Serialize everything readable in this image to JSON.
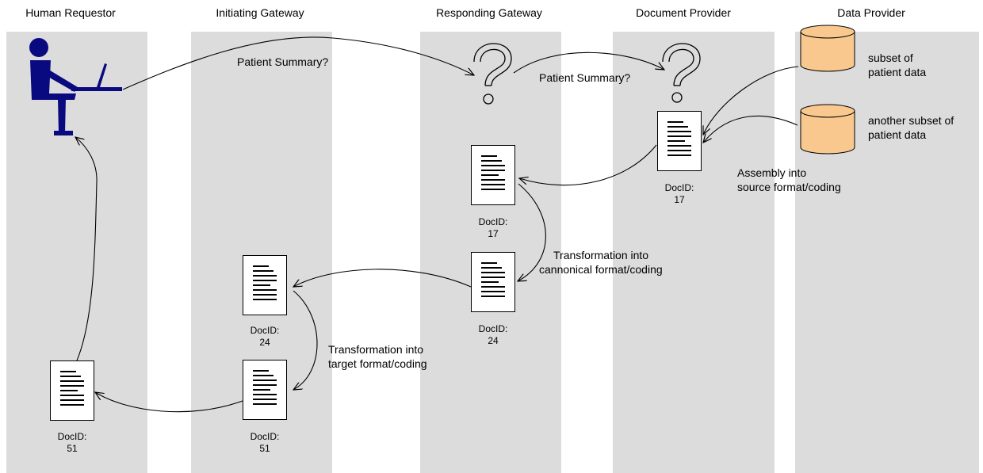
{
  "lanes": [
    {
      "title": "Human Requestor"
    },
    {
      "title": "Initiating Gateway"
    },
    {
      "title": "Responding Gateway"
    },
    {
      "title": "Document Provider"
    },
    {
      "title": "Data Provider"
    }
  ],
  "queries": {
    "patient_summary_1": "Patient Summary?",
    "patient_summary_2": "Patient Summary?"
  },
  "databases": [
    {
      "line1": "subset of",
      "line2": "patient data"
    },
    {
      "line1": "another subset of",
      "line2": "patient data"
    }
  ],
  "steps": {
    "assembly_line1": "Assembly into",
    "assembly_line2": "source format/coding",
    "canonical_line1": "Transformation into",
    "canonical_line2": "cannonical format/coding",
    "target_line1": "Transformation into",
    "target_line2": "target format/coding"
  },
  "documents": [
    {
      "label": "DocID:",
      "id": "17"
    },
    {
      "label": "DocID:",
      "id": "17"
    },
    {
      "label": "DocID:",
      "id": "24"
    },
    {
      "label": "DocID:",
      "id": "24"
    },
    {
      "label": "DocID:",
      "id": "51"
    },
    {
      "label": "DocID:",
      "id": "51"
    }
  ],
  "colors": {
    "lane": "#dcdcdc",
    "person": "#0a0a80",
    "database": "#f8c88e"
  }
}
